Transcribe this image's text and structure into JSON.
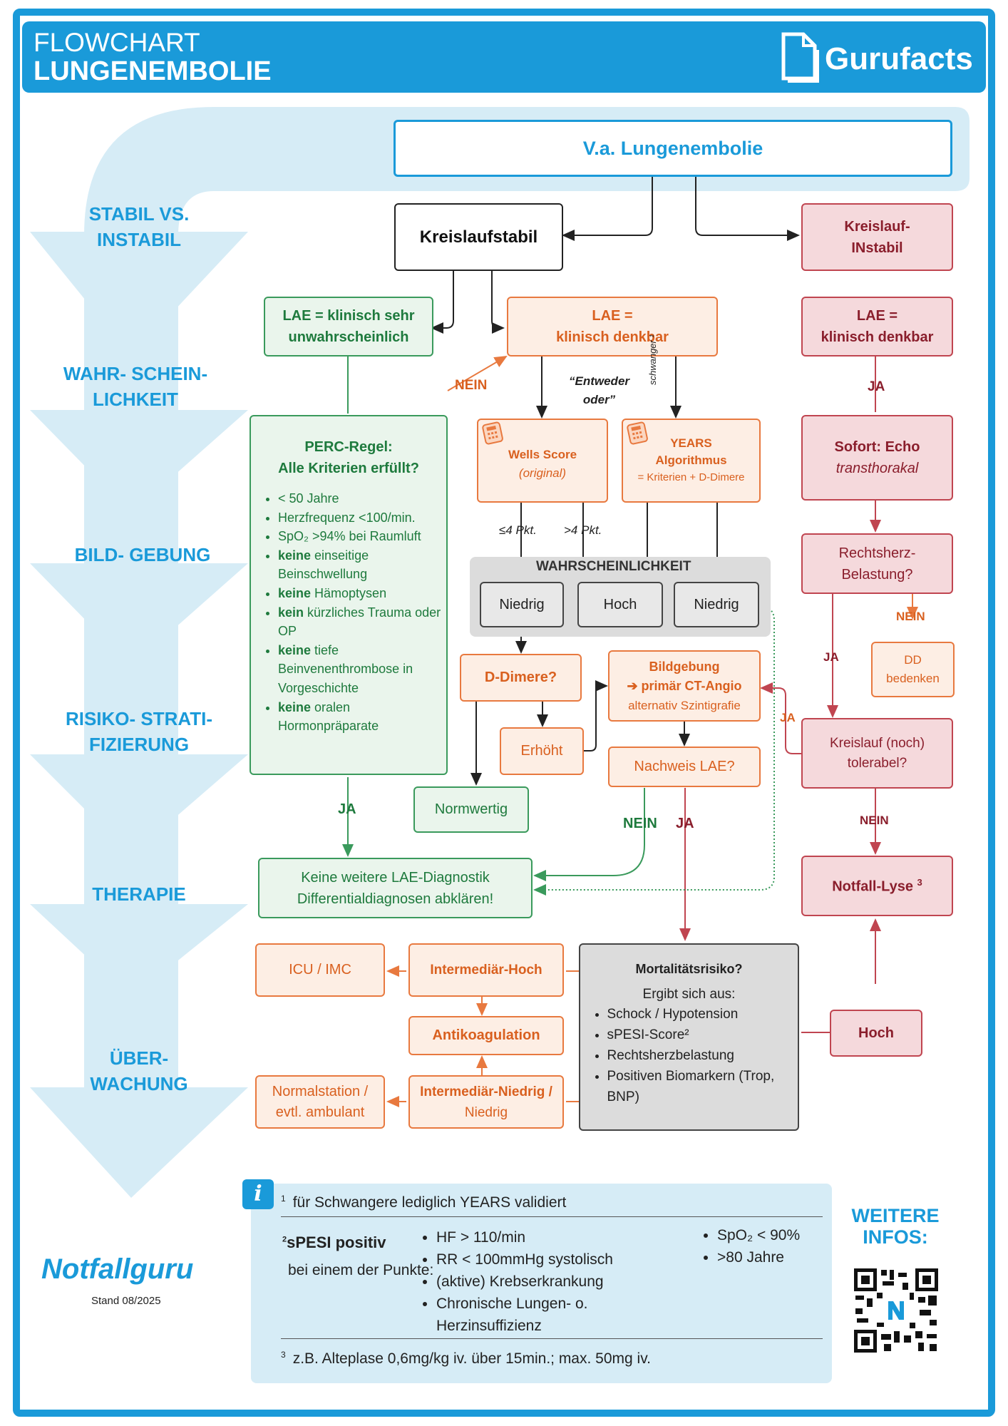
{
  "header": {
    "line1": "FLOWCHART",
    "line2": "LUNGENEMBOLIE",
    "brand": "Gurufacts"
  },
  "stages": [
    "STABIL VS. INSTABIL",
    "WAHR- SCHEIN- LICHKEIT",
    "BILD- GEBUNG",
    "RISIKO- STRATI- FIZIERUNG",
    "THERAPIE",
    "ÜBER- WACHUNG"
  ],
  "nodes": {
    "start": "V.a. Lungenembolie",
    "stabil": "Kreislaufstabil",
    "instabil_1": "Kreislauf-",
    "instabil_2": "INstabil",
    "lae_unwahr_1": "LAE = klinisch sehr",
    "lae_unwahr_2": "unwahrscheinlich",
    "lae_denkbar_1": "LAE =",
    "lae_denkbar_2": "klinisch denkbar",
    "lae_denkbar_r1": "LAE =",
    "lae_denkbar_r2": "klinisch denkbar",
    "perc_1": "PERC-Regel:",
    "perc_2": "Alle Kriterien erfüllt?",
    "wells_1": "Wells Score",
    "wells_2": "(original)",
    "years_1": "YEARS",
    "years_2": "Algorithmus",
    "years_3": "= Kriterien + D-Dimere",
    "echo_1": "Sofort: Echo",
    "echo_2": "transthorakal",
    "rhb_1": "Rechtsherz-",
    "rhb_2": "Belastung?",
    "wahrscheinlichkeit": "WAHRSCHEINLICHKEIT",
    "niedrig_1": "Niedrig",
    "hoch": "Hoch",
    "niedrig_2": "Niedrig",
    "dd_1": "DD",
    "dd_2": "bedenken",
    "ddimere": "D-Dimere?",
    "bild_1": "Bildgebung",
    "bild_2": "➔ primär CT-Angio",
    "bild_3": "alternativ Szintigrafie",
    "erhoeht": "Erhöht",
    "nachweis": "Nachweis LAE?",
    "kreislauf_tol_1": "Kreislauf (noch)",
    "kreislauf_tol_2": "tolerabel?",
    "normwertig": "Normwertig",
    "keine_1": "Keine weitere LAE-Diagnostik",
    "keine_2": "Differentialdiagnosen abklären!",
    "lyse": "Notfall-Lyse",
    "lyse_sup": "3",
    "icu": "ICU / IMC",
    "int_hoch": "Intermediär-Hoch",
    "antikoag": "Antikoagulation",
    "normalstation_1": "Normalstation /",
    "normalstation_2": "evtl. ambulant",
    "int_niedrig_1": "Intermediär-Niedrig /",
    "int_niedrig_2": "Niedrig",
    "mort_title": "Mortalitätsrisiko?",
    "mort_sub": "Ergibt sich aus:",
    "hoch_r": "Hoch"
  },
  "perc_items": [
    {
      "bold": "",
      "text": "< 50 Jahre"
    },
    {
      "bold": "",
      "text": "Herzfrequenz <100/min."
    },
    {
      "bold": "",
      "text": "SpO₂ >94% bei Raumluft"
    },
    {
      "bold": "keine",
      "text": " einseitige Beinschwellung"
    },
    {
      "bold": "keine",
      "text": " Hämoptysen"
    },
    {
      "bold": "kein",
      "text": " kürzliches Trauma oder OP"
    },
    {
      "bold": "keine",
      "text": " tiefe Beinvenenthrombose in Vorgeschichte"
    },
    {
      "bold": "keine",
      "text": " oralen Hormonpräparate"
    }
  ],
  "mort_items": [
    "Schock / Hypotension",
    "sPESI-Score²",
    "Rechtsherzbelastung",
    "Positiven Biomarkern (Trop, BNP)"
  ],
  "labels": {
    "nein_1": "NEIN",
    "entweder_1": "“Entweder",
    "entweder_2": "oder”",
    "schwanger": "schwanger ¹",
    "ja_r1": "JA",
    "le4": "≤4 Pkt.",
    "gt4": ">4 Pkt.",
    "nein_dd": "NEIN",
    "ja_rhb": "JA",
    "ja_tol": "JA",
    "ja_perc": "JA",
    "nein_nach": "NEIN",
    "ja_nach": "JA",
    "nein_tol": "NEIN"
  },
  "info": {
    "fn1_num": "1",
    "fn1": "für Schwangere lediglich YEARS validiert",
    "fn2_num": "2",
    "fn2_title": "sPESI positiv",
    "fn2_sub": "bei einem der Punkte:",
    "fn2_items_left": [
      "HF > 110/min",
      "RR < 100mmHg systolisch",
      "(aktive) Krebserkrankung",
      "Chronische Lungen- o. Herzinsuffizienz"
    ],
    "fn2_items_right": [
      "SpO₂ < 90%",
      ">80 Jahre"
    ],
    "fn3_num": "3",
    "fn3": "z.B. Alteplase 0,6mg/kg iv. über 15min.; max. 50mg iv."
  },
  "footer": {
    "logo": "Notfallguru",
    "stand": "Stand 08/2025",
    "weitere_1": "WEITERE",
    "weitere_2": "INFOS:"
  },
  "colors": {
    "blue": "#1a9ad9",
    "orange": "#d9601f",
    "green": "#1e7a3d",
    "red": "#8a1e2c"
  }
}
